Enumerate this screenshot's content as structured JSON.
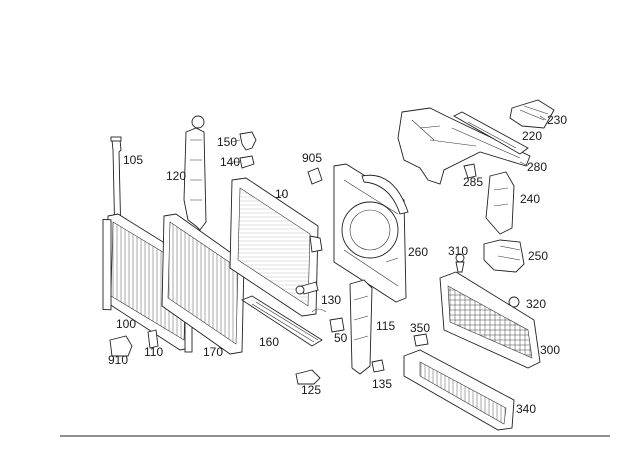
{
  "diagram": {
    "parts": [
      {
        "id": "p10",
        "label": "10"
      },
      {
        "id": "p50",
        "label": "50"
      },
      {
        "id": "p100",
        "label": "100"
      },
      {
        "id": "p105",
        "label": "105"
      },
      {
        "id": "p110",
        "label": "110"
      },
      {
        "id": "p115",
        "label": "115"
      },
      {
        "id": "p120",
        "label": "120"
      },
      {
        "id": "p125",
        "label": "125"
      },
      {
        "id": "p130",
        "label": "130"
      },
      {
        "id": "p135",
        "label": "135"
      },
      {
        "id": "p140",
        "label": "140"
      },
      {
        "id": "p150",
        "label": "150"
      },
      {
        "id": "p160",
        "label": "160"
      },
      {
        "id": "p170",
        "label": "170"
      },
      {
        "id": "p220",
        "label": "220"
      },
      {
        "id": "p230",
        "label": "230"
      },
      {
        "id": "p240",
        "label": "240"
      },
      {
        "id": "p250",
        "label": "250"
      },
      {
        "id": "p260",
        "label": "260"
      },
      {
        "id": "p280",
        "label": "280"
      },
      {
        "id": "p285",
        "label": "285"
      },
      {
        "id": "p300",
        "label": "300"
      },
      {
        "id": "p310",
        "label": "310"
      },
      {
        "id": "p320",
        "label": "320"
      },
      {
        "id": "p340",
        "label": "340"
      },
      {
        "id": "p350",
        "label": "350"
      },
      {
        "id": "p905",
        "label": "905"
      },
      {
        "id": "p910",
        "label": "910"
      }
    ]
  }
}
